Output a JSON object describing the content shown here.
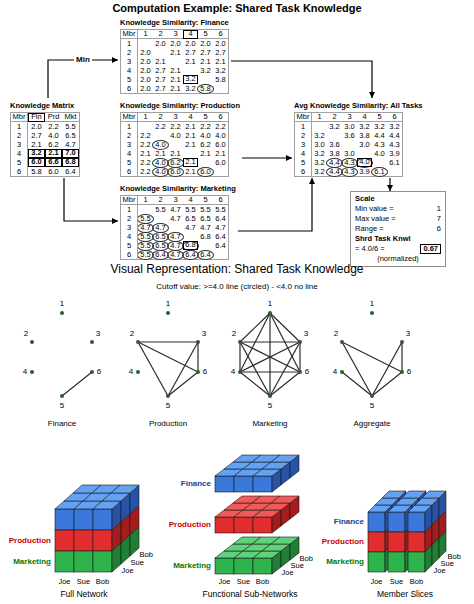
{
  "diagram": {
    "title": "Computation Example: Shared Task Knowledge",
    "nodes": [
      {
        "text": [
          "Knowledge Similarity: Finance"
        ]
      },
      {
        "text": [
          "Knowledge Matrix"
        ]
      },
      {
        "text": [
          "Knowledge Similarity: Production"
        ]
      },
      {
        "text": [
          "Avg Knowledge Similarity: All Tasks"
        ]
      },
      {
        "text": [
          "Knowledge Similarity: Marketing"
        ]
      },
      {
        "text": [
          "Scale"
        ]
      }
    ],
    "edges": [
      {
        "from": 1,
        "to": 0,
        "label": "Min",
        "arrow": "to"
      },
      {
        "from": 1,
        "to": 4,
        "arrow": "to"
      },
      {
        "from": 0,
        "to": 3,
        "arrow": "to"
      },
      {
        "from": 2,
        "to": 3,
        "arrow": "to"
      },
      {
        "from": 4,
        "to": 3,
        "arrow": "to"
      },
      {
        "from": 3,
        "to": 5,
        "arrow": "to"
      }
    ],
    "labels": [
      "Mbr",
      "1",
      "2",
      "3",
      "4",
      "5",
      "6",
      "1",
      "2.0",
      "2.0",
      "2.0",
      "2.0",
      "2.0",
      "2",
      "2.0",
      "2.1",
      "2.7",
      "2.7",
      "2.7",
      "3",
      "2.0",
      "2.1",
      "2.1",
      "2.1",
      "2.1",
      "4",
      "2.0",
      "2.7",
      "2.1",
      "3.2",
      "3.2",
      "5",
      "2.0",
      "2.7",
      "2.1",
      "3.2",
      "5.8",
      "6",
      "2.0",
      "2.7",
      "2.1",
      "3.2",
      "5.8",
      "Mbr",
      "Fin",
      "Prd",
      "Mkt",
      "1",
      "2.0",
      "2.2",
      "5.5",
      "2",
      "2.7",
      "4.0",
      "6.5",
      "3",
      "2.1",
      "6.2",
      "4.7",
      "4",
      "3.2",
      "2.1",
      "7.0",
      "5",
      "6.0",
      "6.6",
      "6.8",
      "6",
      "5.8",
      "6.0",
      "6.4",
      "Mbr",
      "1",
      "2",
      "3",
      "4",
      "5",
      "6",
      "1",
      "2.2",
      "2.2",
      "2.1",
      "2.2",
      "2.2",
      "2",
      "2.2",
      "4.0",
      "2.1",
      "4.0",
      "4.0",
      "3",
      "2.2",
      "4.0",
      "2.1",
      "6.2",
      "6.0",
      "4",
      "2.1",
      "2.1",
      "2.1",
      "2.1",
      "2.1",
      "5",
      "2.2",
      "4.0",
      "6.2",
      "2.1",
      "6.0",
      "6",
      "2.2",
      "4.0",
      "6.0",
      "2.1",
      "6.0",
      "Mbr",
      "1",
      "2",
      "3",
      "4",
      "5",
      "6",
      "1",
      "3.2",
      "3.0",
      "3.2",
      "3.2",
      "3.2",
      "2",
      "3.2",
      "3.6",
      "3.8",
      "4.4",
      "4.4",
      "3",
      "3.0",
      "3.6",
      "3.0",
      "4.3",
      "4.3",
      "4",
      "3.2",
      "3.8",
      "3.0",
      "4.0",
      "3.9",
      "5",
      "3.2",
      "4.4",
      "4.3",
      "4.0",
      "6.1",
      "6",
      "3.2",
      "4.4",
      "4.3",
      "3.9",
      "6.1",
      "Mbr",
      "1",
      "2",
      "3",
      "4",
      "5",
      "6",
      "1",
      "5.5",
      "4.7",
      "5.5",
      "5.5",
      "5.5",
      "2",
      "5.5",
      "4.7",
      "6.5",
      "6.5",
      "6.4",
      "3",
      "4.7",
      "4.7",
      "4.7",
      "4.7",
      "4.7",
      "4",
      "5.5",
      "6.5",
      "4.7",
      "6.8",
      "6.4",
      "5",
      "5.5",
      "6.5",
      "4.7",
      "6.8",
      "6.4",
      "6",
      "5.5",
      "6.4",
      "4.7",
      "6.4",
      "6.4",
      "Min value =",
      "1",
      "Max value =",
      "7",
      "Range =",
      "6",
      "Shrd Task Knwl",
      "= 4.0/6 =",
      "0.67",
      "(normalized)",
      "Visual Representation: Shared Task Knowledge",
      "Cutoff value: >=4.0 line (circled) - <4.0 no line",
      "1",
      "2",
      "3",
      "4",
      "5",
      "6",
      "Finance",
      "1",
      "2",
      "3",
      "4",
      "5",
      "6",
      "Production",
      "1",
      "2",
      "3",
      "4",
      "5",
      "6",
      "Marketing",
      "1",
      "2",
      "3",
      "4",
      "5",
      "6",
      "Aggregate",
      "Production",
      "Marketing",
      "Joe",
      "Sue",
      "Bob",
      "Bob",
      "Sue",
      "Joe",
      "Full Network",
      "Finance",
      "Production",
      "Marketing",
      "Joe",
      "Sue",
      "Bob",
      "Bob",
      "Sue",
      "Joe",
      "Functional Sub-Networks",
      "Finance",
      "Production",
      "Marketing",
      "Joe",
      "Sue",
      "Bob",
      "Bob",
      "Sue",
      "Joe",
      "Member Slices"
    ]
  }
}
